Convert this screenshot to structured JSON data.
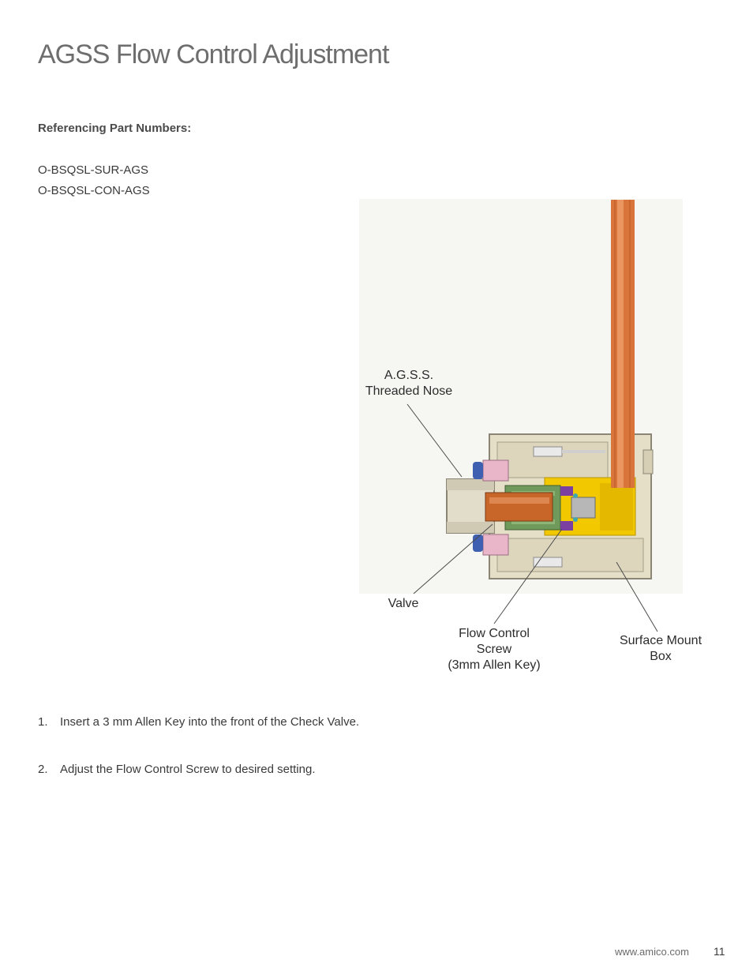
{
  "page": {
    "title": "AGSS Flow Control Adjustment",
    "reference_heading": "Referencing Part Numbers:",
    "part_numbers": [
      "O-BSQSL-SUR-AGS",
      "O-BSQSL-CON-AGS"
    ]
  },
  "figure": {
    "callouts": {
      "nose_line1": "A.G.S.S.",
      "nose_line2": "Threaded Nose",
      "valve": "Valve",
      "flow_line1": "Flow Control",
      "flow_line2": "Screw",
      "flow_line3": "(3mm Allen Key)",
      "box_line1": "Surface Mount",
      "box_line2": "Box"
    },
    "colors": {
      "copper_pipe": "#d9743a",
      "body_beige": "#e6dfc8",
      "brass_yellow": "#f2c800",
      "valve_copper": "#c8662a",
      "seal_green": "#6f9a5c",
      "nut_pink": "#e8b5c9",
      "oring_blue": "#3f5fb0",
      "purple_ring": "#7a3fa0"
    }
  },
  "steps": [
    {
      "number": "1.",
      "text": "Insert a 3 mm Allen Key into the front of the Check Valve."
    },
    {
      "number": "2.",
      "text": "Adjust the Flow Control Screw to desired setting."
    }
  ],
  "footer": {
    "url": "www.amico.com",
    "page_number": "11"
  }
}
